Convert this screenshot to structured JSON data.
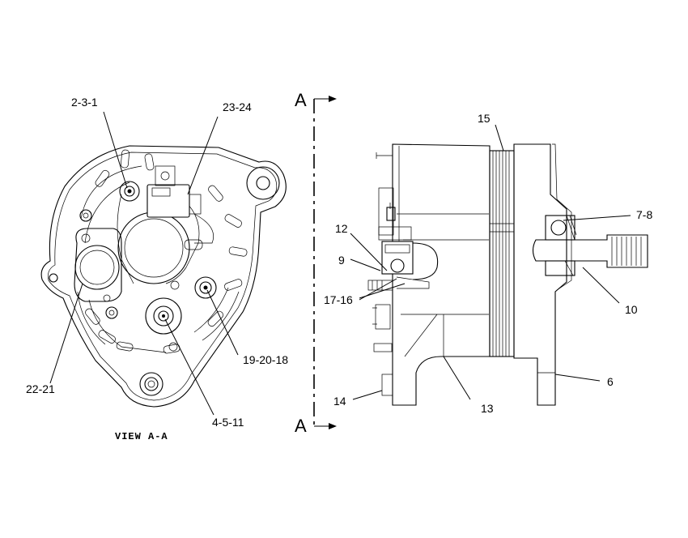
{
  "diagram": {
    "view_label": "VIEW A-A",
    "section_markers": {
      "top": "A",
      "bottom": "A"
    },
    "callouts": {
      "c_2_3_1": "2-3-1",
      "c_23_24": "23-24",
      "c_22_21": "22-21",
      "c_19_20_18": "19-20-18",
      "c_4_5_11": "4-5-11",
      "c_15": "15",
      "c_7_8": "7-8",
      "c_12": "12",
      "c_9": "9",
      "c_17_16": "17-16",
      "c_10": "10",
      "c_6": "6",
      "c_14": "14",
      "c_13": "13"
    }
  }
}
